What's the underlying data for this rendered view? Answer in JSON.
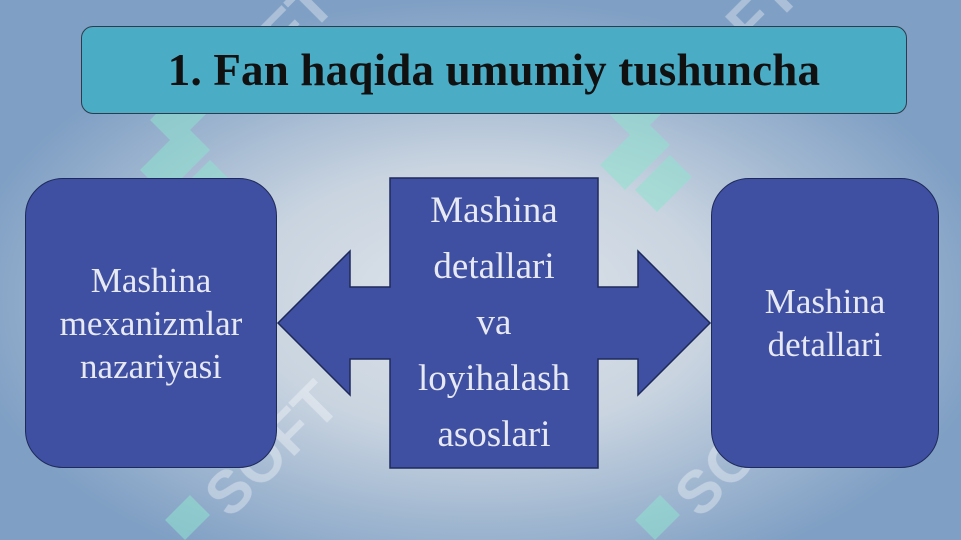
{
  "slide": {
    "title": "1. Fan haqida umumiy tushuncha",
    "left_box": {
      "lines": [
        "Mashina",
        "mexanizmlar",
        "nazariyasi"
      ]
    },
    "center_box": {
      "lines": [
        "Mashina",
        "detallari",
        "va",
        "loyihalash",
        "asoslari"
      ]
    },
    "right_box": {
      "lines": [
        "Mashina",
        "detallari"
      ]
    }
  },
  "colors": {
    "title_fill": "#4bacc6",
    "box_fill": "#3f4fa2",
    "text_light": "#e6e8f2",
    "title_text": "#111111"
  }
}
